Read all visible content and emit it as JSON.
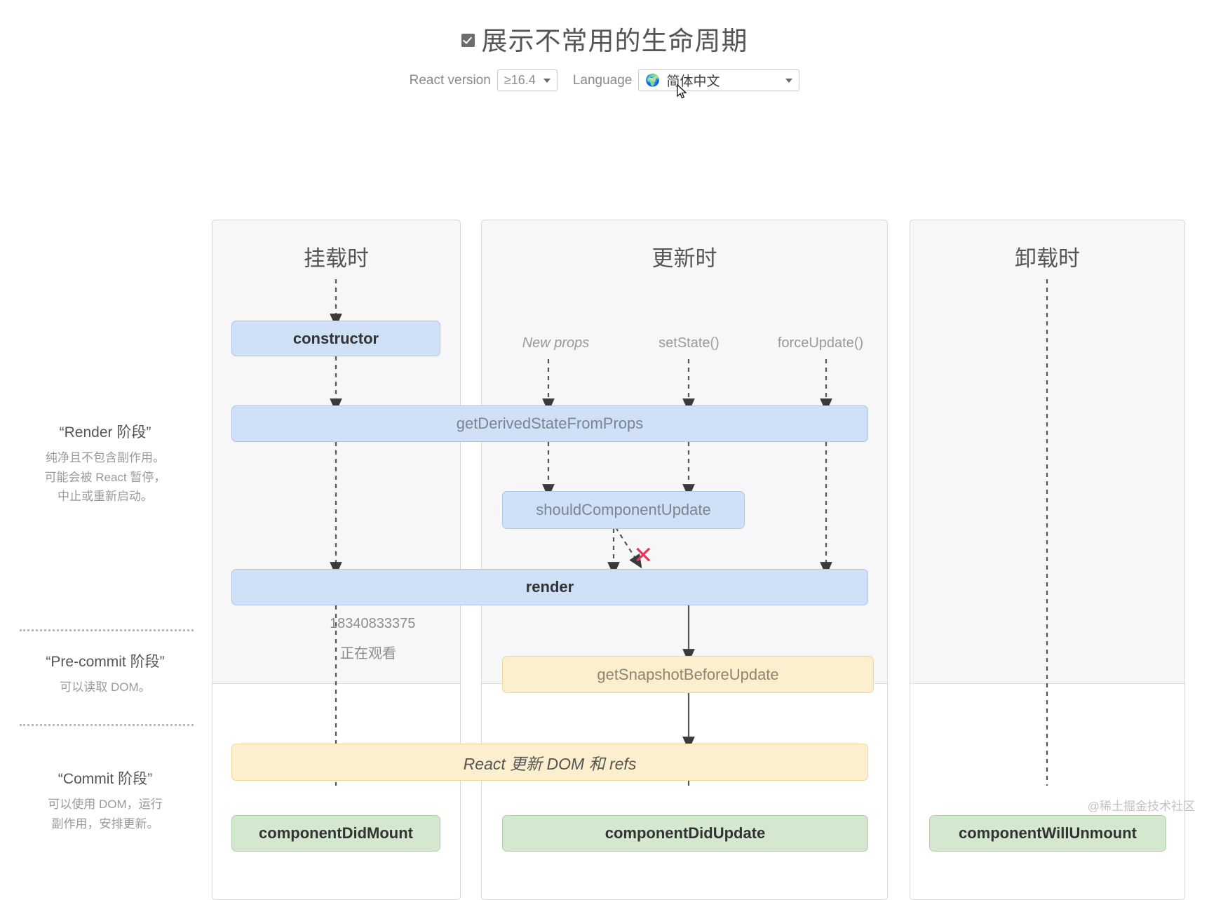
{
  "header": {
    "checkbox_label": "展示不常用的生命周期",
    "checkbox_checked": true,
    "version_label": "React version",
    "version_value": "≥16.4",
    "language_label": "Language",
    "language_value": "简体中文",
    "globe_icon": "🌍"
  },
  "legend": [
    {
      "title": "“Render 阶段”",
      "lines": [
        "纯净且不包含副作用。",
        "可能会被 React 暂停，",
        "中止或重新启动。"
      ]
    },
    {
      "title": "“Pre-commit 阶段”",
      "lines": [
        "可以读取 DOM。"
      ]
    },
    {
      "title": "“Commit 阶段”",
      "lines": [
        "可以使用 DOM，运行",
        "副作用，安排更新。"
      ]
    }
  ],
  "columns": [
    {
      "id": "mount",
      "title": "挂载时"
    },
    {
      "id": "update",
      "title": "更新时"
    },
    {
      "id": "unmount",
      "title": "卸载时"
    }
  ],
  "triggers": [
    {
      "label": "New props",
      "italic": true
    },
    {
      "label": "setState()",
      "italic": false
    },
    {
      "label": "forceUpdate()",
      "italic": false
    }
  ],
  "boxes": {
    "constructor": "constructor",
    "getDerivedStateFromProps": "getDerivedStateFromProps",
    "shouldComponentUpdate": "shouldComponentUpdate",
    "render": "render",
    "getSnapshotBeforeUpdate": "getSnapshotBeforeUpdate",
    "reactUpdatesDom": "React 更新 DOM 和 refs",
    "componentDidMount": "componentDidMount",
    "componentDidUpdate": "componentDidUpdate",
    "componentWillUnmount": "componentWillUnmount"
  },
  "overlay": {
    "phone": "18340833375",
    "status": "正在观看"
  },
  "skip_marker": "✕",
  "watermark": "@稀土掘金技术社区",
  "colors": {
    "blue_fill": "#cfe0f7",
    "blue_border": "#a9c6ea",
    "yellow_fill": "#fbefcd",
    "yellow_border": "#ecd89b",
    "green_fill": "#d4e8d0",
    "green_border": "#aecfa8",
    "x_red": "#e8385a",
    "column_bg": "#f7f7f7"
  }
}
